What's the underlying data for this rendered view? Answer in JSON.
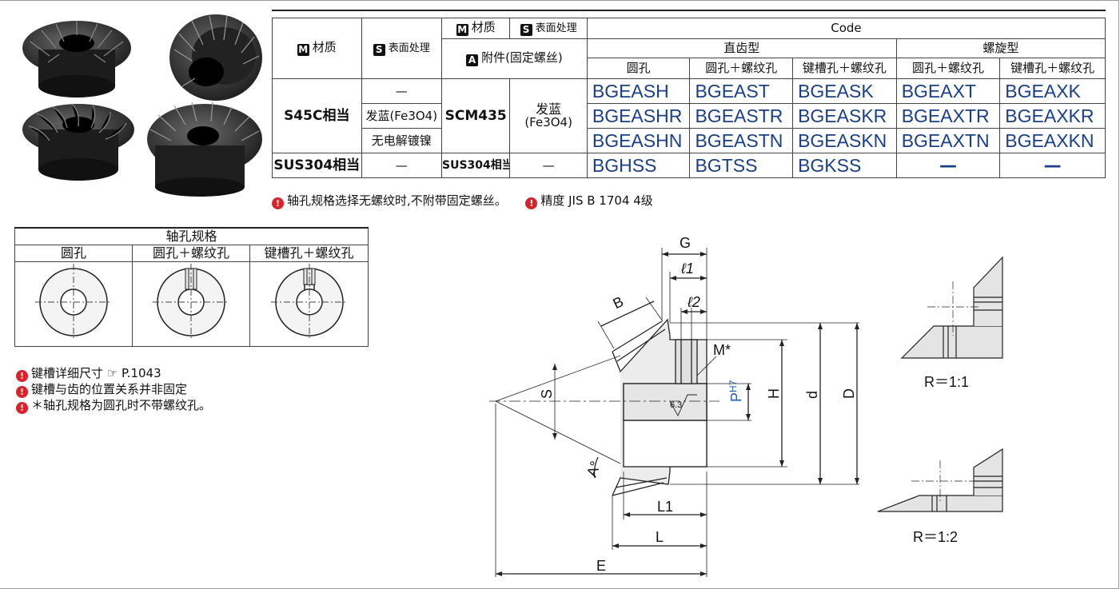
{
  "spec_table": {
    "headers": {
      "material": "材质",
      "surface": "表面处理",
      "material2": "材质",
      "surface2": "表面处理",
      "accessory": "附件(固定螺丝)",
      "code": "Code",
      "straight": "直齿型",
      "spiral": "螺旋型",
      "round_hole": "圆孔",
      "round_thread": "圆孔＋螺纹孔",
      "key_thread": "键槽孔＋螺纹孔",
      "sp_round_thread": "圆孔＋螺纹孔",
      "sp_key_thread": "键槽孔＋螺纹孔"
    },
    "badges": {
      "m": "M",
      "s": "S",
      "a": "A"
    },
    "rows": {
      "s45c": "S45C相当",
      "sus304": "SUS304相当",
      "surface_none": "—",
      "surface_blue": "发蓝(Fe3O4)",
      "surface_nickel": "无电解镀镍",
      "acc_material": "SCM435",
      "acc_surface_1": "发蓝",
      "acc_surface_2": "(Fe3O4)",
      "sus_surface": "—",
      "sus_acc_material": "SUS304相当",
      "sus_acc_surface": "—"
    },
    "codes": [
      [
        "BGEASH",
        "BGEAST",
        "BGEASK",
        "BGEAXT",
        "BGEAXK"
      ],
      [
        "BGEASHR",
        "BGEASTR",
        "BGEASKR",
        "BGEAXTR",
        "BGEAXKR"
      ],
      [
        "BGEASHN",
        "BGEASTN",
        "BGEASKN",
        "BGEAXTN",
        "BGEAXKN"
      ],
      [
        "BGHSS",
        "BGTSS",
        "BGKSS",
        "—",
        "—"
      ]
    ]
  },
  "notes_top": [
    "轴孔规格选择无螺纹时,不附带固定螺丝。",
    "精度 JIS B 1704 4级"
  ],
  "hole_table": {
    "title": "轴孔规格",
    "cols": [
      "圆孔",
      "圆孔＋螺纹孔",
      "键槽孔＋螺纹孔"
    ]
  },
  "notes_bottom": [
    "键槽详细尺寸 ☞ P.1043",
    "键槽与齿的位置关系并非固定",
    "＊轴孔规格为圆孔时不带螺纹孔。"
  ],
  "drawing": {
    "dims": {
      "G": "G",
      "l1": "ℓ1",
      "l2": "ℓ2",
      "B": "B",
      "M": "M*",
      "S": "S",
      "P": "P",
      "H7": "H7",
      "H": "H",
      "d": "d",
      "D": "D",
      "A": "A°",
      "L1": "L1",
      "L": "L",
      "E": "E",
      "rough": "6.3"
    },
    "ratios": [
      "R＝1:1",
      "R＝1:2"
    ]
  }
}
